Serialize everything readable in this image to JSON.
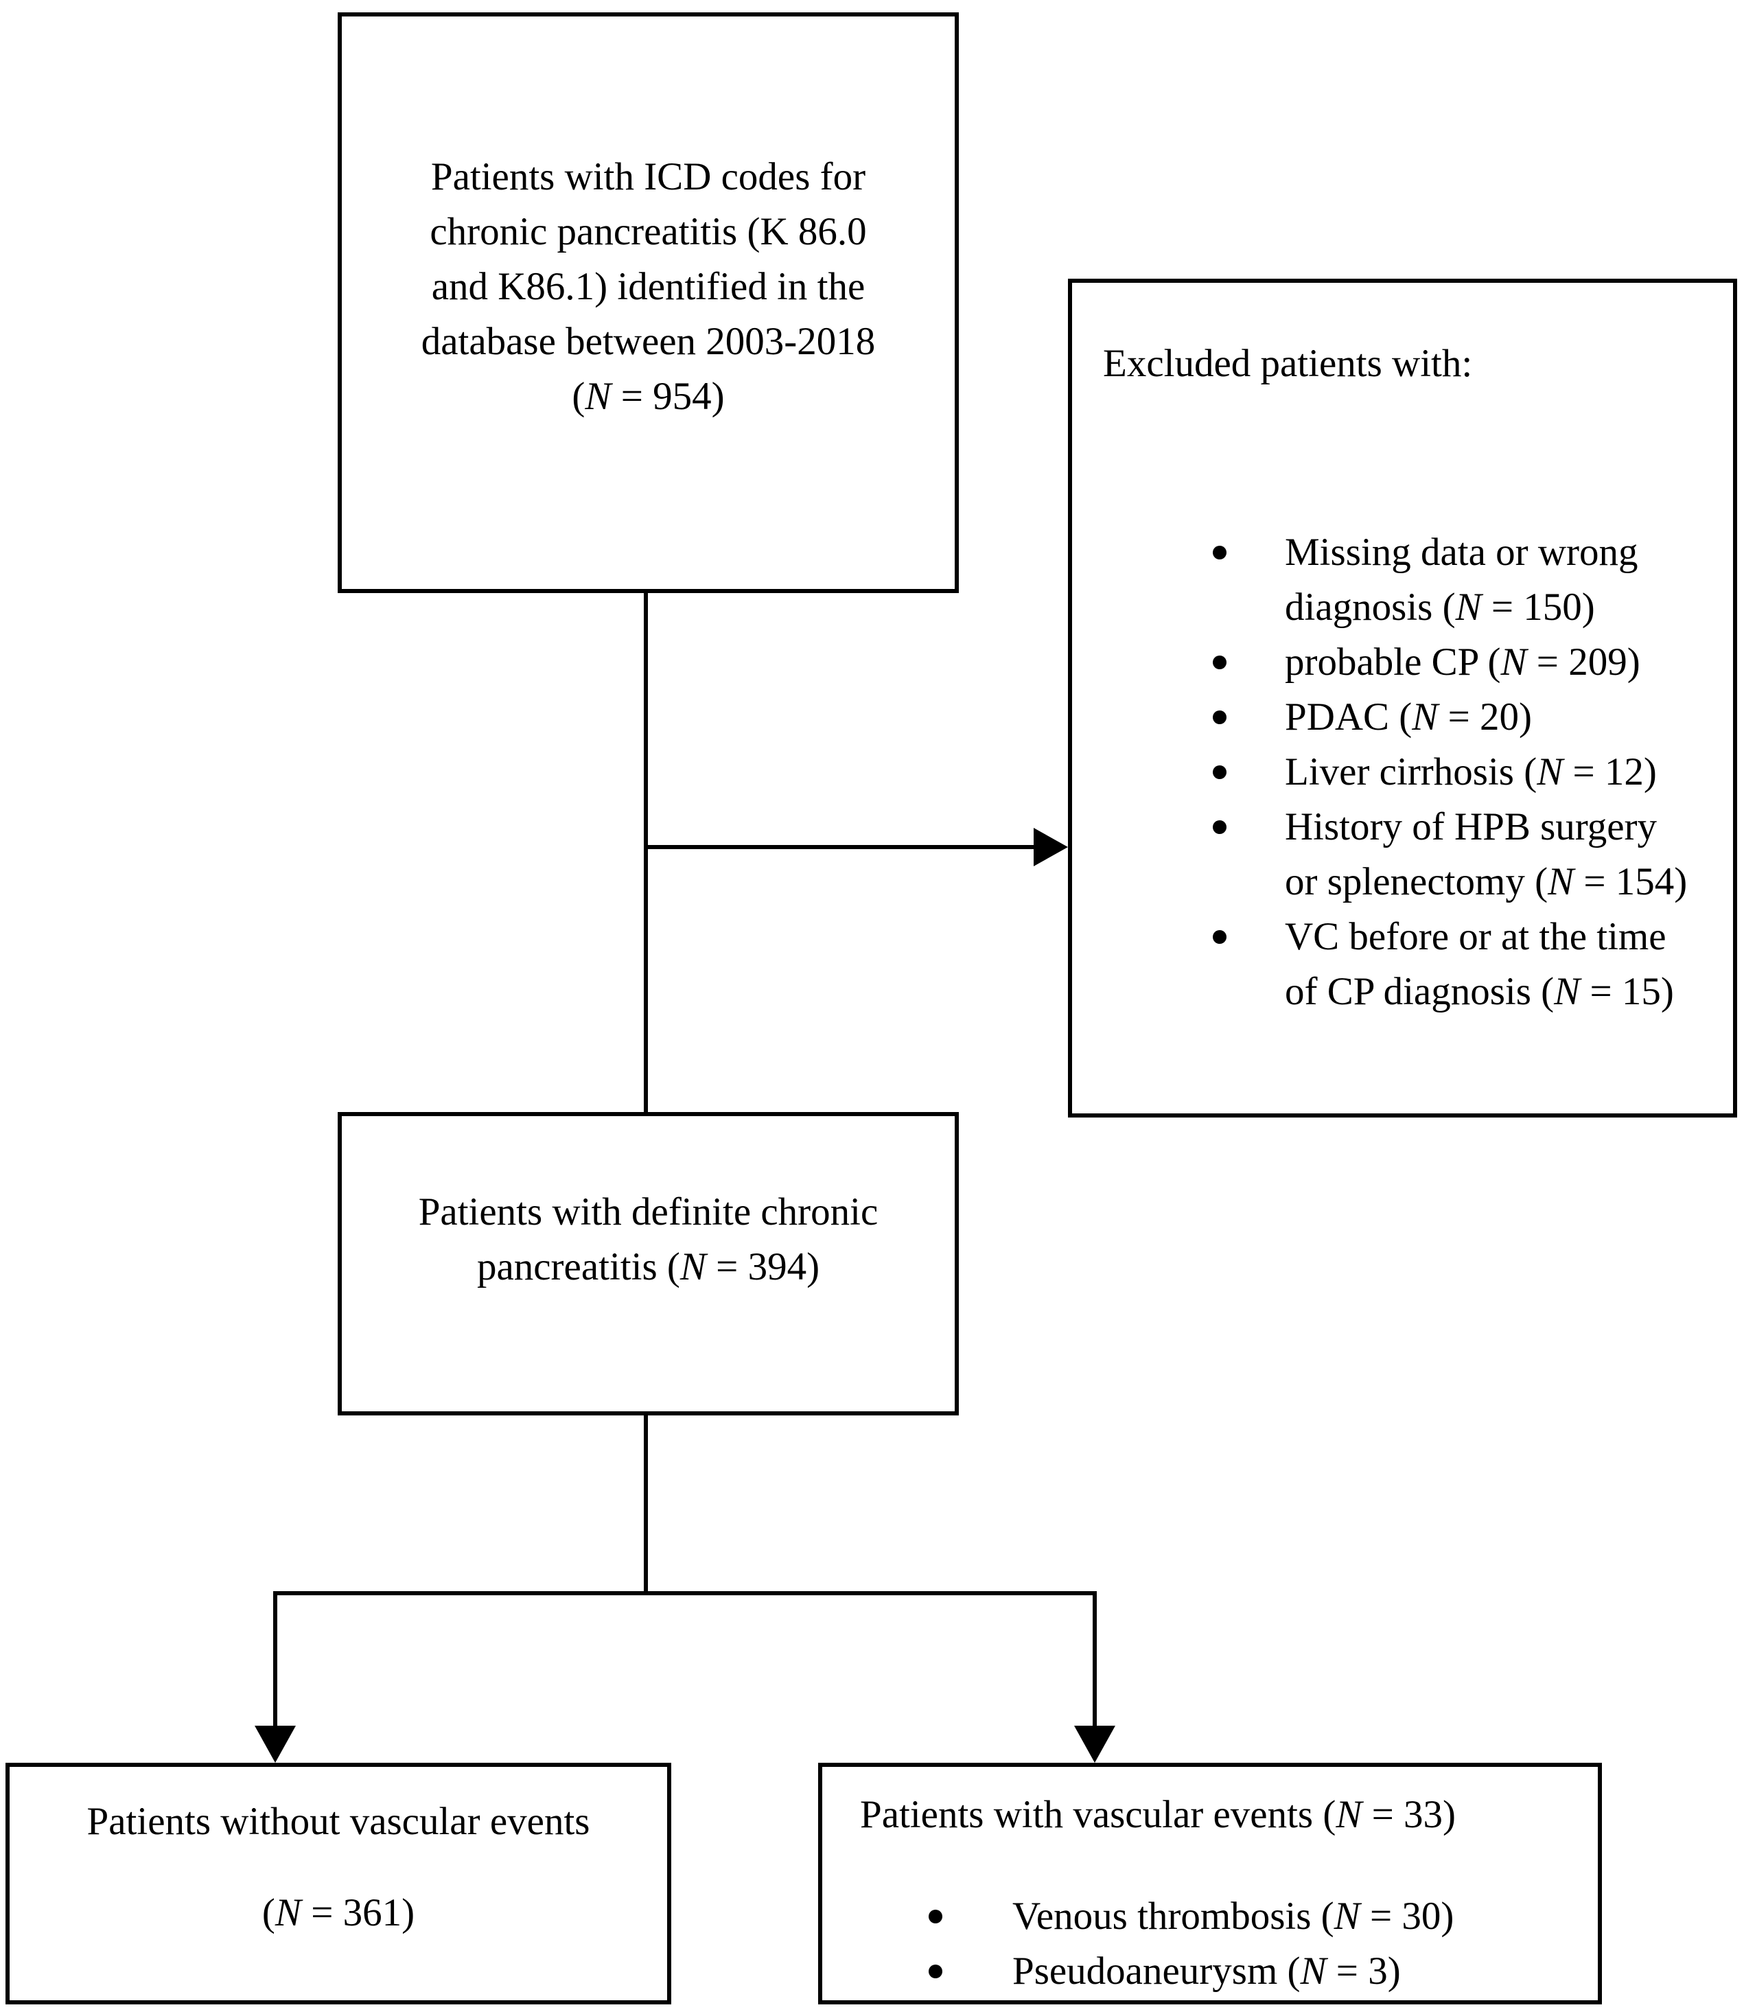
{
  "colors": {
    "ink": "#000000",
    "paper": "#ffffff"
  },
  "top_box": {
    "line1": "Patients with ICD codes for",
    "line2": "chronic pancreatitis (K 86.0",
    "line3": "and K86.1) identified in the",
    "line4": "database between 2003-2018",
    "line5_pre": "(",
    "line5_n": "N",
    "line5_post": " = 954)"
  },
  "excluded_box": {
    "title": "Excluded patients with:",
    "items": [
      {
        "l1": "Missing data or wrong",
        "l2_pre": "diagnosis (",
        "l2_n": "N",
        "l2_post": " = 150)"
      },
      {
        "l1_pre": "probable CP (",
        "l1_n": "N",
        "l1_post": " = 209)"
      },
      {
        "l1_pre": "PDAC (",
        "l1_n": "N",
        "l1_post": " = 20)"
      },
      {
        "l1_pre": "Liver cirrhosis (",
        "l1_n": "N",
        "l1_post": " = 12)"
      },
      {
        "l1": "History of HPB surgery",
        "l2_pre": "or splenectomy (",
        "l2_n": "N",
        "l2_post": " = 154)"
      },
      {
        "l1": "VC before or at the time",
        "l2_pre": "of CP diagnosis (",
        "l2_n": "N",
        "l2_post": " = 15)"
      }
    ]
  },
  "definite_box": {
    "line1": "Patients with definite chronic",
    "line2_pre": "pancreatitis (",
    "line2_n": "N",
    "line2_post": " = 394)"
  },
  "no_events_box": {
    "line1": "Patients without vascular events",
    "line2_pre": "(",
    "line2_n": "N",
    "line2_post": " = 361)"
  },
  "events_box": {
    "line1_pre": "Patients with vascular events (",
    "line1_n": "N",
    "line1_post": " = 33)",
    "items": [
      {
        "pre": "Venous thrombosis (",
        "n": "N",
        "post": " = 30)"
      },
      {
        "pre": "Pseudoaneurysm (",
        "n": "N",
        "post": " = 3)"
      }
    ]
  }
}
